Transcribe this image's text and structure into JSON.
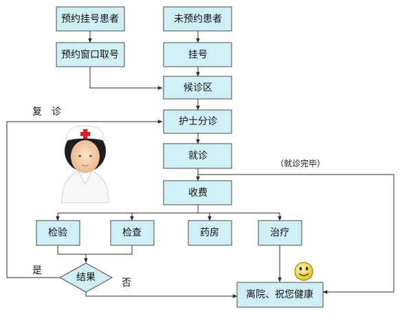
{
  "nodes": {
    "reserved_patient": "预约挂号患者",
    "reserved_pickup": "预约窗口取号",
    "walkin_patient": "未预约患者",
    "register": "挂号",
    "waiting_area": "候诊区",
    "nurse_triage": "护士分诊",
    "consult": "就诊",
    "payment": "收费",
    "lab_test": "检验",
    "exam": "检查",
    "pharmacy": "药房",
    "treatment": "治疗",
    "result": "结果",
    "leave": "离院、祝您健康"
  },
  "edge_labels": {
    "revisit": "复　诊",
    "done": "（就诊完毕）",
    "yes": "是",
    "no": "否"
  },
  "colors": {
    "box_fill": "#cfeff4",
    "box_stroke": "#4a4a4a",
    "arrow": "#2b2b2b",
    "nurse_cross": "#d9202b",
    "smiley": "#f2d23a"
  },
  "icons": [
    "nurse-icon",
    "smiley-face-icon"
  ]
}
